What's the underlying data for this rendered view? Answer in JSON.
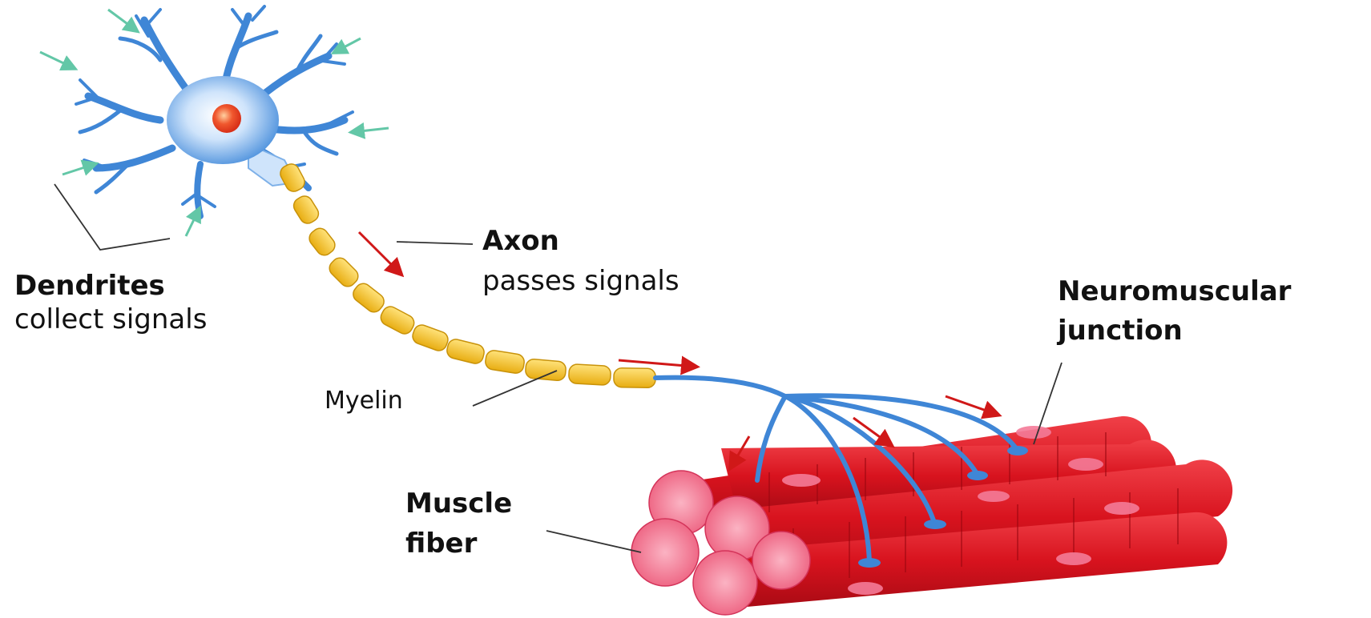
{
  "labels": {
    "dendrites": {
      "title": "Dendrites",
      "desc": "collect signals"
    },
    "axon": {
      "title": "Axon",
      "desc": "passes signals"
    },
    "myelin": {
      "title": "Myelin"
    },
    "junction": {
      "title_line1": "Neuromuscular",
      "title_line2": "junction"
    },
    "muscle": {
      "title_line1": "Muscle",
      "title_line2": "fiber"
    }
  },
  "colors": {
    "neuron_blue": "#3f86d6",
    "myelin_yellow": "#f2c12e",
    "muscle_red": "#d8131e",
    "muscle_pink": "#f06a86",
    "signal_arrow": "#d01818",
    "input_arrow": "#63c7a7",
    "nucleus": "#f0582e"
  }
}
